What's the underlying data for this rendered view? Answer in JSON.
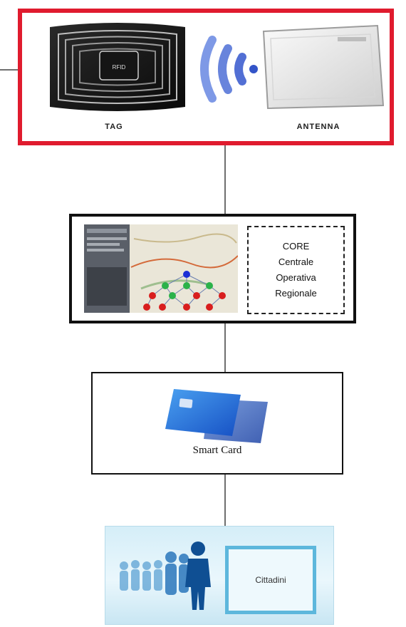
{
  "rfid": {
    "tag_label": "TAG",
    "antenna_label": "ANTENNA",
    "tag_chip_text": "RFID"
  },
  "core": {
    "lines": [
      "CORE",
      "Centrale",
      "Operativa",
      "Regionale"
    ]
  },
  "smart_card": {
    "label": "Smart Card"
  },
  "citizens": {
    "label": "Cittadini"
  },
  "colors": {
    "highlight_border": "#e01b2e",
    "signal_wave": "#5e7fe0",
    "node_blue": "#1c2fd6",
    "node_green": "#2bb24a",
    "node_red": "#d81e1e",
    "card_blue": "#1f6fd6",
    "citizen_blue": "#2b84c6"
  }
}
